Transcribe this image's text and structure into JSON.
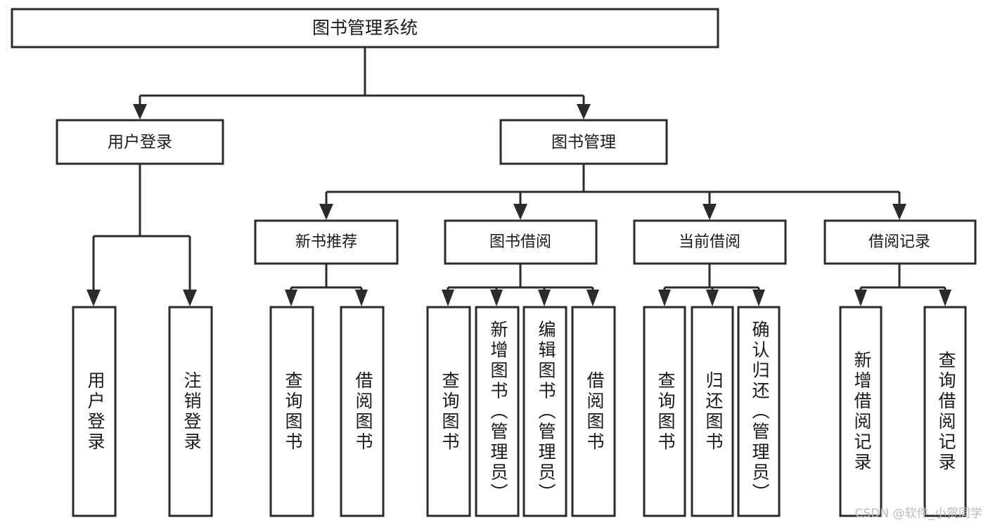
{
  "diagram": {
    "title": "图书管理系统",
    "watermark": "CSDN @软件_小贺同学",
    "colors": {
      "stroke": "#2b2b2b",
      "fill": "#ffffff",
      "text": "#1a1a1a",
      "watermark": "#b9b9b9"
    },
    "root": {
      "label": "图书管理系统"
    },
    "level1": [
      {
        "label": "用户登录"
      },
      {
        "label": "图书管理"
      }
    ],
    "level2": [
      {
        "label": "新书推荐"
      },
      {
        "label": "图书借阅"
      },
      {
        "label": "当前借阅"
      },
      {
        "label": "借阅记录"
      }
    ],
    "leaves": {
      "user_login": [
        {
          "label": "用户登录"
        },
        {
          "label": "注销登录"
        }
      ],
      "new_book_recommend": [
        {
          "label": "查询图书"
        },
        {
          "label": "借阅图书"
        }
      ],
      "book_borrow": [
        {
          "label": "查询图书"
        },
        {
          "label": "新增图书（管理员）"
        },
        {
          "label": "编辑图书（管理员）"
        },
        {
          "label": "借阅图书"
        }
      ],
      "current_borrow": [
        {
          "label": "查询图书"
        },
        {
          "label": "归还图书"
        },
        {
          "label": "确认归还（管理员）"
        }
      ],
      "borrow_record": [
        {
          "label": "新增借阅记录"
        },
        {
          "label": "查询借阅记录"
        }
      ]
    }
  }
}
